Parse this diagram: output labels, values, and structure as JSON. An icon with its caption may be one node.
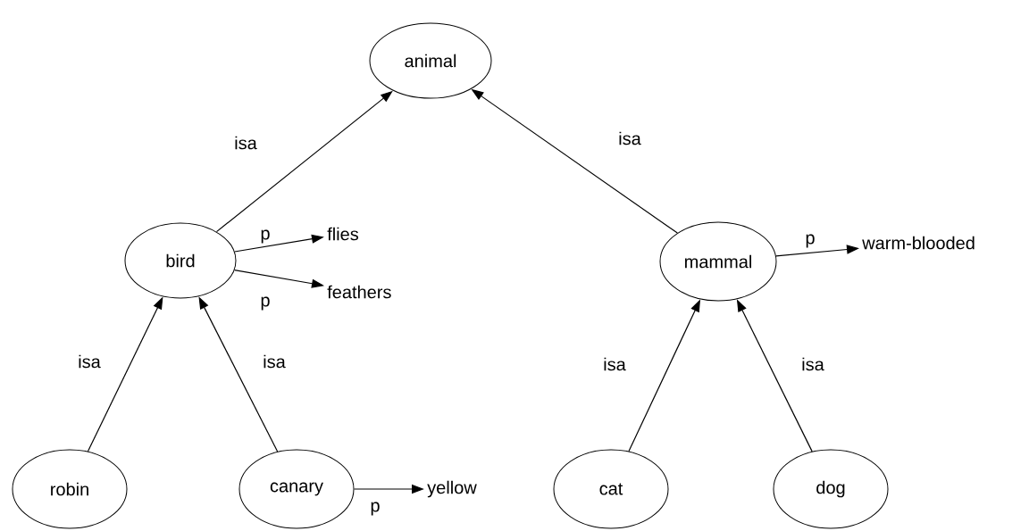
{
  "diagram": {
    "nodes": [
      {
        "text": [
          "animal"
        ]
      },
      {
        "text": [
          "bird"
        ]
      },
      {
        "text": [
          "flies"
        ]
      },
      {
        "text": [
          "feathers"
        ]
      },
      {
        "text": [
          "mammal"
        ]
      },
      {
        "text": [
          "warm-blooded"
        ]
      },
      {
        "text": [
          "robin"
        ]
      },
      {
        "text": [
          "canary"
        ]
      },
      {
        "text": [
          "yellow"
        ]
      },
      {
        "text": [
          "cat"
        ]
      },
      {
        "text": [
          "dog"
        ]
      }
    ],
    "edges": [
      {
        "from": 1,
        "to": 0,
        "arrow": "to",
        "label": "isa"
      },
      {
        "from": 4,
        "to": 0,
        "arrow": "to",
        "label": "isa"
      },
      {
        "from": 1,
        "to": 2,
        "arrow": "to",
        "label": "p"
      },
      {
        "from": 1,
        "to": 3,
        "arrow": "to",
        "label": "p"
      },
      {
        "from": 4,
        "to": 5,
        "arrow": "to",
        "label": "p"
      },
      {
        "from": 6,
        "to": 1,
        "arrow": "to",
        "label": "isa"
      },
      {
        "from": 7,
        "to": 1,
        "arrow": "to",
        "label": "isa"
      },
      {
        "from": 7,
        "to": 8,
        "arrow": "to",
        "label": "p"
      },
      {
        "from": 9,
        "to": 4,
        "arrow": "to",
        "label": "isa"
      },
      {
        "from": 10,
        "to": 4,
        "arrow": "to",
        "label": "isa"
      }
    ]
  }
}
